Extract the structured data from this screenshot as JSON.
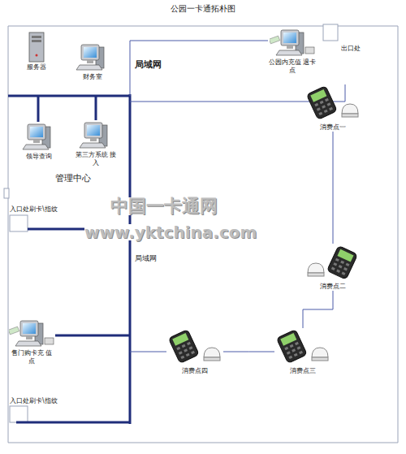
{
  "diagram": {
    "title": "公园一卡通拓朴图",
    "nodes": [
      {
        "text": [
          "服务器"
        ]
      },
      {
        "text": [
          "财务室"
        ]
      },
      {
        "text": [
          "领导查询"
        ]
      },
      {
        "text": [
          "第三方系统 接入"
        ]
      },
      {
        "text": [
          "公园内充值 退卡点"
        ]
      },
      {
        "text": [
          "消费点一"
        ]
      },
      {
        "text": [
          "消费点二"
        ]
      },
      {
        "text": [
          "消费点三"
        ]
      },
      {
        "text": [
          "消费点四"
        ]
      },
      {
        "text": [
          "售门购卡充 值点"
        ]
      }
    ],
    "edges": [
      {
        "from": 5,
        "to": 6,
        "arrow": "none"
      },
      {
        "from": 6,
        "to": 7,
        "arrow": "none"
      },
      {
        "from": 7,
        "to": 8,
        "arrow": "none"
      }
    ],
    "labels": [
      "局域网",
      "管理中心",
      "出口处",
      "入口处刷卡\\指纹",
      "局域网",
      "入口处刷卡\\指纹",
      "中国一卡通网",
      "www.yktchina.com"
    ]
  }
}
